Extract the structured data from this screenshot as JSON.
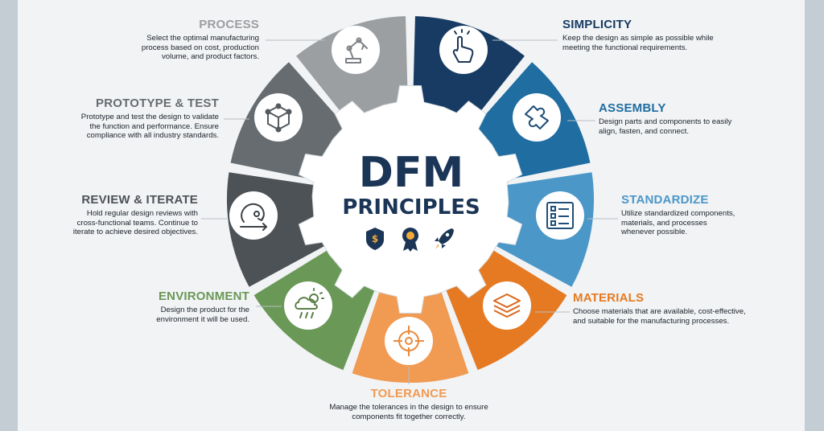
{
  "title": {
    "line1": "DFM",
    "line2": "PRINCIPLES"
  },
  "colors": {
    "simplicity": "#173b63",
    "assembly": "#1f6da1",
    "standardize": "#4b97c8",
    "materials": "#e57a22",
    "tolerance": "#f19a52",
    "environment": "#6a9856",
    "review": "#4d5257",
    "prototype": "#676c71",
    "process": "#9c9fa2"
  },
  "principles": [
    {
      "key": "simplicity",
      "heading": "SIMPLICITY",
      "description": "Keep the design as simple as possible while meeting the functional requirements.",
      "icon": "hand-icon"
    },
    {
      "key": "assembly",
      "heading": "ASSEMBLY",
      "description": "Design parts and components to easily align, fasten, and connect.",
      "icon": "puzzle-icon"
    },
    {
      "key": "standardize",
      "heading": "STANDARDIZE",
      "description": "Utilize standardized components, materials, and processes whenever possible.",
      "icon": "checklist-icon"
    },
    {
      "key": "materials",
      "heading": "MATERIALS",
      "description": "Choose materials that are available, cost-effective, and suitable for the manufacturing processes.",
      "icon": "layers-icon"
    },
    {
      "key": "tolerance",
      "heading": "TOLERANCE",
      "description": "Manage the tolerances in the design to ensure components fit together correctly.",
      "icon": "crosshair-icon"
    },
    {
      "key": "environment",
      "heading": "ENVIRONMENT",
      "description": "Design the product for the environment it will be used.",
      "icon": "weather-icon"
    },
    {
      "key": "review",
      "heading": "REVIEW & ITERATE",
      "description": "Hold regular design reviews with cross-functional teams. Continue to iterate to achieve desired objectives.",
      "icon": "cycle-arrow-icon"
    },
    {
      "key": "prototype",
      "heading": "PROTOTYPE & TEST",
      "description": "Prototype and test the design to validate the function and performance. Ensure compliance with all industry standards.",
      "icon": "cube-icon"
    },
    {
      "key": "process",
      "heading": "PROCESS",
      "description": "Select the optimal manufacturing process based on cost, production volume, and product factors.",
      "icon": "robot-arm-icon"
    }
  ],
  "center_icons": [
    "money-shield-icon",
    "award-icon",
    "rocket-icon"
  ]
}
